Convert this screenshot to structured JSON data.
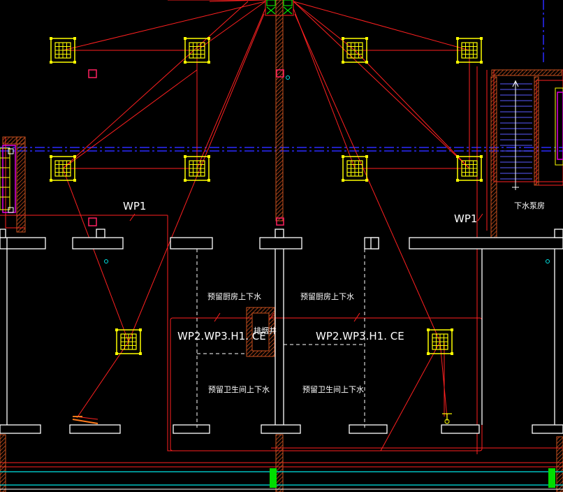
{
  "labels": {
    "wp1_left": "WP1",
    "wp1_right": "WP1",
    "pump_room": "下水泵房",
    "kitchen_left": "预留厨房上下水",
    "kitchen_right": "预留厨房上下水",
    "toilet_left": "预留卫生间上下水",
    "toilet_right": "预留卫生间上下水",
    "circuit_left": "WP2.WP3.H1. CE",
    "circuit_right": "WP2.WP3.H1. CE",
    "smoke_shaft": "排烟井"
  },
  "colors": {
    "background": "#000000",
    "wall": "#ffffff",
    "wiring": "#ff2020",
    "diffuser": "#ffff00",
    "grid_axis": "#2a2aff",
    "hatch": "#c8501e",
    "cyan_line": "#00e5e5",
    "magenta": "#e000e0",
    "green": "#00dd00"
  },
  "icons": [
    "ceiling-diffuser-icon",
    "red-square-marker-icon",
    "cyan-circle-marker-icon",
    "staircase-icon",
    "valve-icon"
  ]
}
